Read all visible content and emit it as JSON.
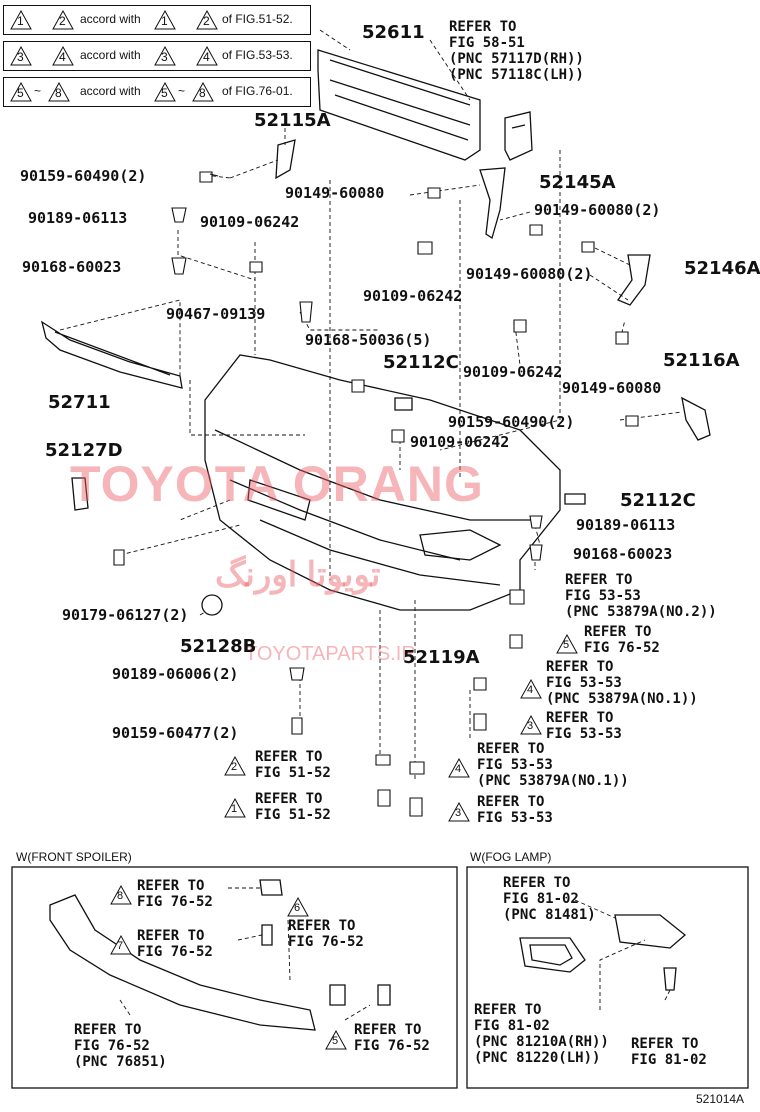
{
  "notes": [
    {
      "a": "1",
      "b": "2",
      "text1": "accord with",
      "text2": "of FIG.51-52."
    },
    {
      "a": "3",
      "b": "4",
      "text1": "accord with",
      "text2": "of FIG.53-53."
    },
    {
      "a": "5",
      "b": "8",
      "sep": "~",
      "text1": "accord with",
      "text2": "of FIG.76-01."
    }
  ],
  "part_numbers": {
    "p52611": "52611",
    "p52115A": "52115A",
    "p52145A": "52145A",
    "p52146A": "52146A",
    "p52711": "52711",
    "p52112C_top": "52112C",
    "p52116A": "52116A",
    "p52127D": "52127D",
    "p52112C_mid": "52112C",
    "p52128B": "52128B",
    "p52119A": "52119A"
  },
  "labels": {
    "l1": "90159-60490(2)",
    "l2": "90149-60080",
    "l3": "90189-06113",
    "l4": "90109-06242",
    "l5": "90149-60080(2)",
    "l6": "90168-60023",
    "l7": "90149-60080(2)",
    "l8": "90109-06242",
    "l9": "90467-09139",
    "l10": "90168-50036(5)",
    "l11": "90109-06242",
    "l12": "90149-60080",
    "l13": "90159-60490(2)",
    "l14": "90109-06242",
    "l15": "90189-06113",
    "l16": "90168-60023",
    "l17": "90179-06127(2)",
    "l18": "90189-06006(2)",
    "l19": "90159-60477(2)"
  },
  "refs": {
    "r_top": "REFER TO\nFIG 58-51\n(PNC 57117D(RH))\n(PNC 57118C(LH))",
    "r_53_1": "REFER TO\nFIG 53-53\n(PNC 53879A(NO.2))",
    "r_76_1": "REFER TO\nFIG 76-52",
    "r_53_2": "REFER TO\nFIG 53-53\n(PNC 53879A(NO.1))",
    "r_53_3": "REFER TO\nFIG 53-53",
    "r_51_1": "REFER TO\nFIG 51-52",
    "r_53_4": "REFER TO\nFIG 53-53\n(PNC 53879A(NO.1))",
    "r_51_2": "REFER TO\nFIG 51-52",
    "r_53_5": "REFER TO\nFIG 53-53"
  },
  "tri_nums": {
    "t5a": "5",
    "t4a": "4",
    "t3a": "3",
    "t2a": "2",
    "t4b": "4",
    "t1a": "1",
    "t3b": "3",
    "t8": "8",
    "t6": "6",
    "t7": "7",
    "t5b": "5"
  },
  "spoiler": {
    "title": "W(FRONT SPOILER)",
    "r8": "REFER TO\nFIG 76-52",
    "r6": "REFER TO\nFIG 76-52",
    "r7": "REFER TO\nFIG 76-52",
    "r_main": "REFER TO\nFIG 76-52\n(PNC 76851)",
    "r5": "REFER TO\nFIG 76-52"
  },
  "foglamp": {
    "title": "W(FOG LAMP)",
    "r_top": "REFER TO\nFIG 81-02\n(PNC 81481)",
    "r_left": "REFER TO\nFIG 81-02\n(PNC 81210A(RH))\n(PNC 81220(LH))",
    "r_right": "REFER TO\nFIG 81-02"
  },
  "watermarks": {
    "w1": "TOYOTA ORANG",
    "w2": "تويوتا اورنگ",
    "w3": "TOYOTAPARTS.IR"
  },
  "figure_code": "521014A"
}
